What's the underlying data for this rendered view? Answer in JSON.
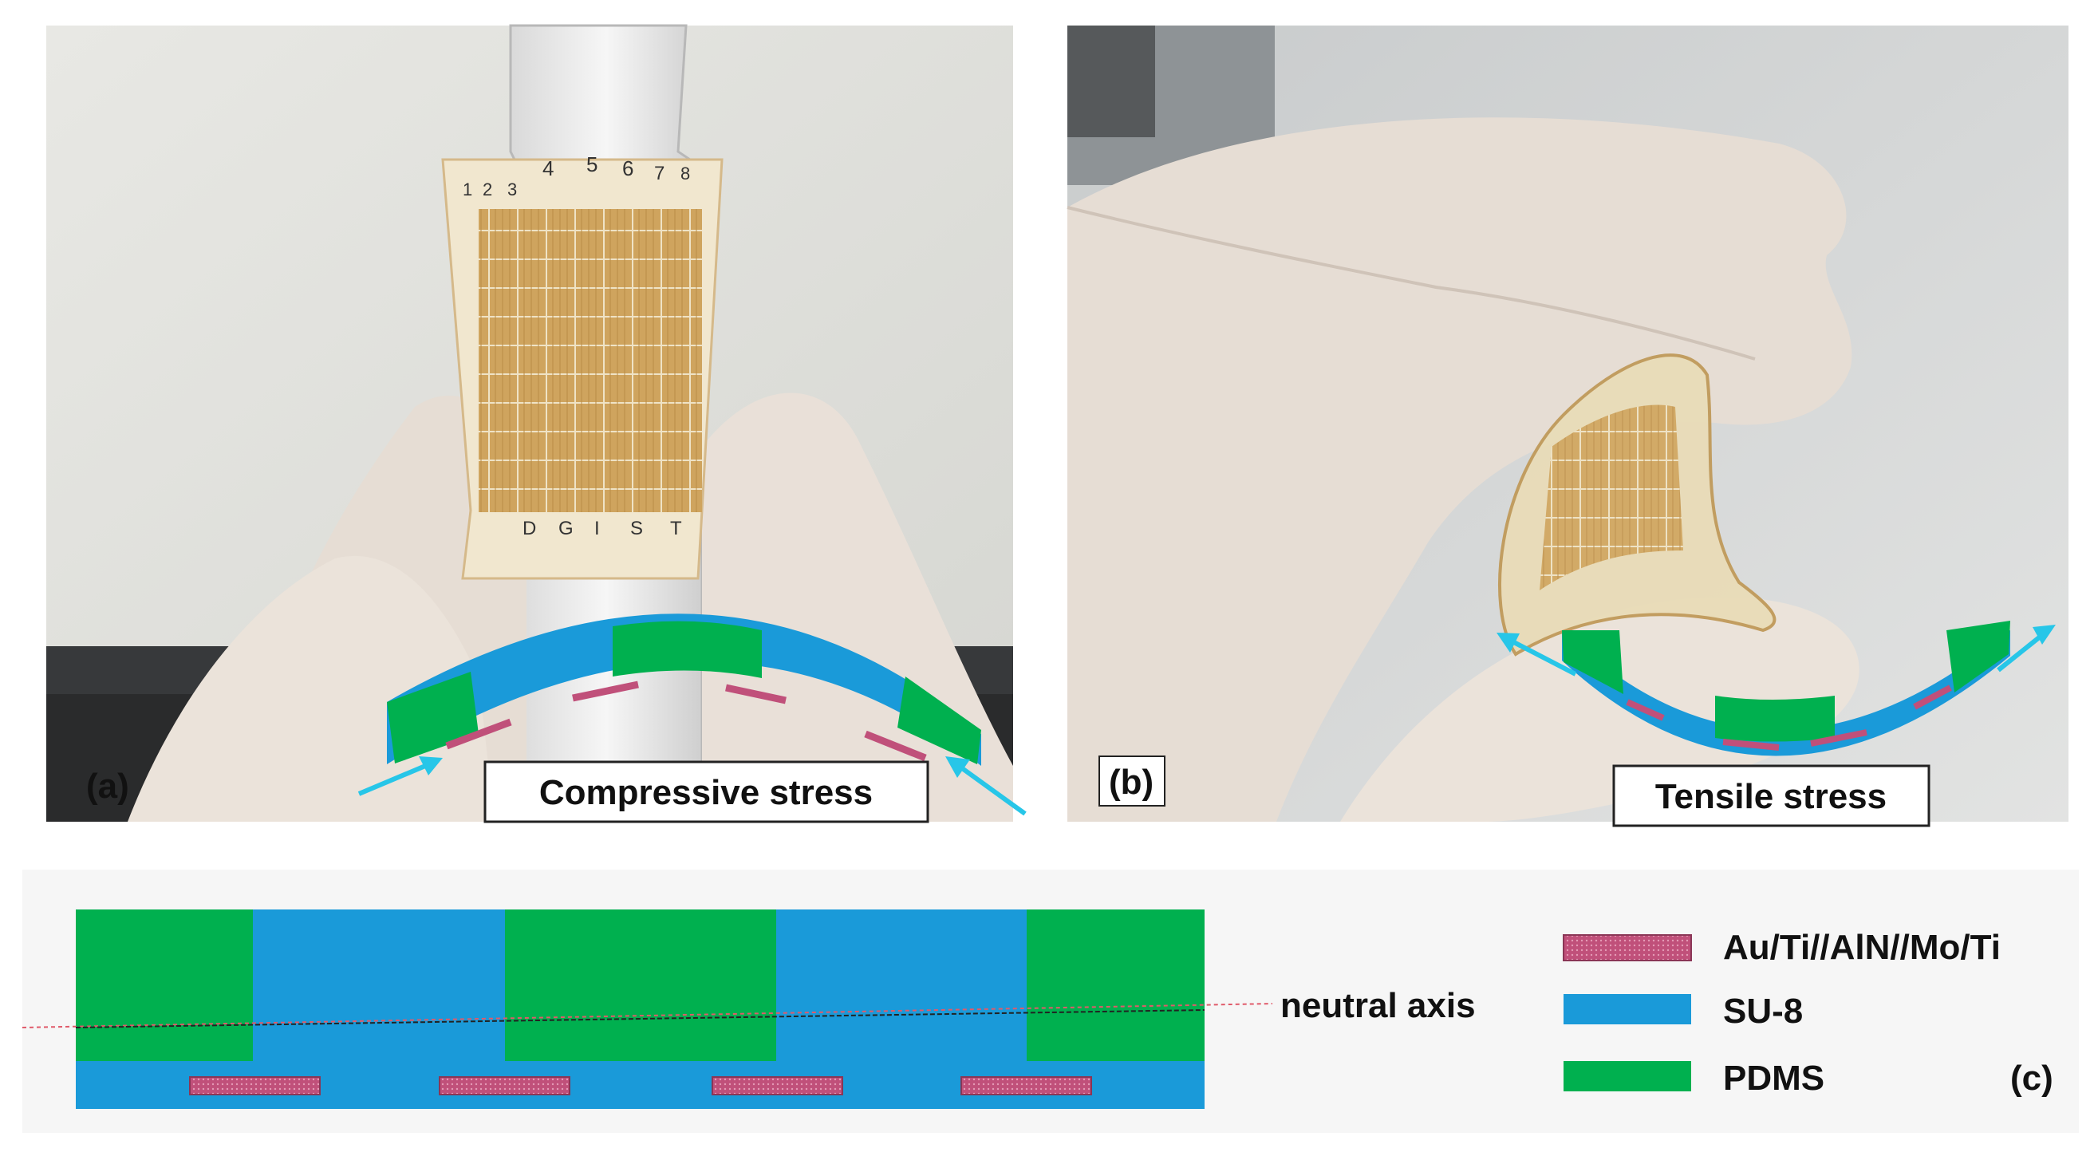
{
  "panels": {
    "a": {
      "tag": "(a)",
      "stress_label": "Compressive stress",
      "column_numbers": [
        "1",
        "2",
        "3",
        "4",
        "5",
        "6",
        "7",
        "8"
      ],
      "row_letters": [
        "D",
        "G",
        "I",
        "S",
        "T"
      ]
    },
    "b": {
      "tag": "(b)",
      "stress_label": "Tensile stress"
    },
    "c": {
      "tag": "(c)",
      "neutral_axis_label": "neutral axis",
      "legend": [
        {
          "label": "Au/Ti//AlN//Mo/Ti",
          "color": "#c0507a"
        },
        {
          "label": "SU-8",
          "color": "#1a9ad9"
        },
        {
          "label": "PDMS",
          "color": "#00b04f"
        }
      ]
    }
  },
  "colors": {
    "su8": "#1a9ad9",
    "pdms": "#00b04f",
    "electrode": "#c0507a",
    "arrow": "#27c6e8",
    "glove": "#e7ddd3",
    "background_wall": "#dcdcd7"
  }
}
